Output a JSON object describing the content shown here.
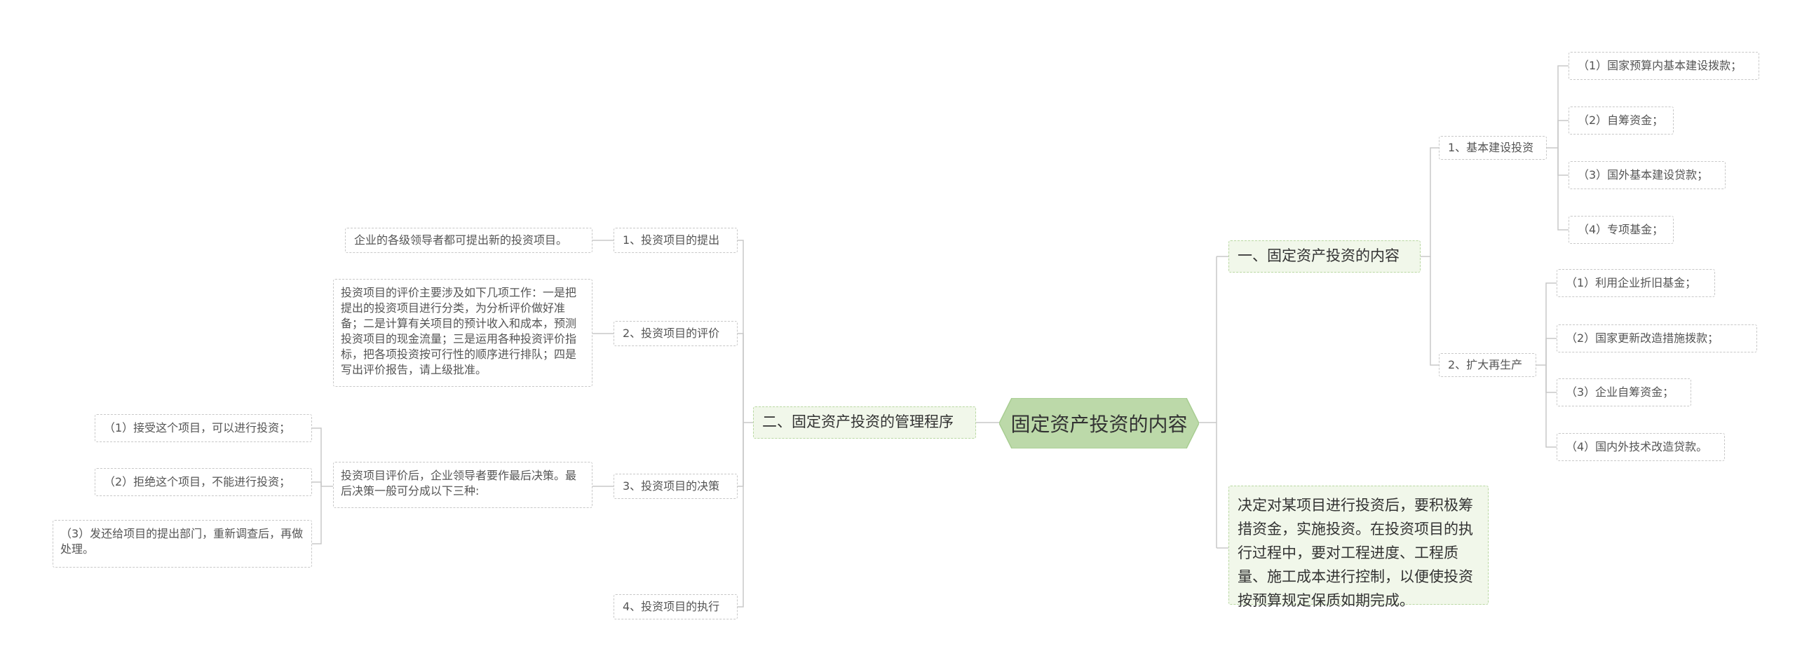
{
  "root": {
    "label": "固定资产投资的内容",
    "color": "#bcd9a9"
  },
  "right": {
    "branch1": {
      "label": "一、固定资产投资的内容",
      "sub1": {
        "label": "1、基本建设投资",
        "items": [
          "（1）国家预算内基本建设拨款；",
          "（2）自筹资金；",
          "（3）国外基本建设贷款；",
          "（4）专项基金；"
        ]
      },
      "sub2": {
        "label": "2、扩大再生产",
        "items": [
          "（1）利用企业折旧基金；",
          "（2）国家更新改造措施拨款；",
          "（3）企业自筹资金；",
          "（4）国内外技术改造贷款。"
        ]
      }
    },
    "note": "决定对某项目进行投资后，要积极筹措资金，实施投资。在投资项目的执行过程中，要对工程进度、工程质量、施工成本进行控制，以便使投资按预算规定保质如期完成。"
  },
  "left": {
    "branch2": {
      "label": "二、固定资产投资的管理程序",
      "step1": {
        "label": "1、投资项目的提出",
        "detail": "企业的各级领导者都可提出新的投资项目。"
      },
      "step2": {
        "label": "2、投资项目的评价",
        "detail": "投资项目的评价主要涉及如下几项工作：一是把提出的投资项目进行分类，为分析评价做好准备；二是计算有关项目的预计收入和成本，预测投资项目的现金流量；三是运用各种投资评价指标，把各项投资按可行性的顺序进行排队；四是写出评价报告，请上级批准。"
      },
      "step3": {
        "label": "3、投资项目的决策",
        "detail": "投资项目评价后，企业领导者要作最后决策。最后决策一般可分成以下三种:",
        "options": [
          "（1）接受这个项目，可以进行投资；",
          "（2）拒绝这个项目，不能进行投资；",
          "（3）发还给项目的提出部门，重新调查后，再做处理。"
        ]
      },
      "step4": {
        "label": "4、投资项目的执行"
      }
    }
  },
  "colors": {
    "line": "#c8c8c8",
    "branch_fill": "#f1f7ea",
    "branch_border": "#b9d8a2"
  }
}
